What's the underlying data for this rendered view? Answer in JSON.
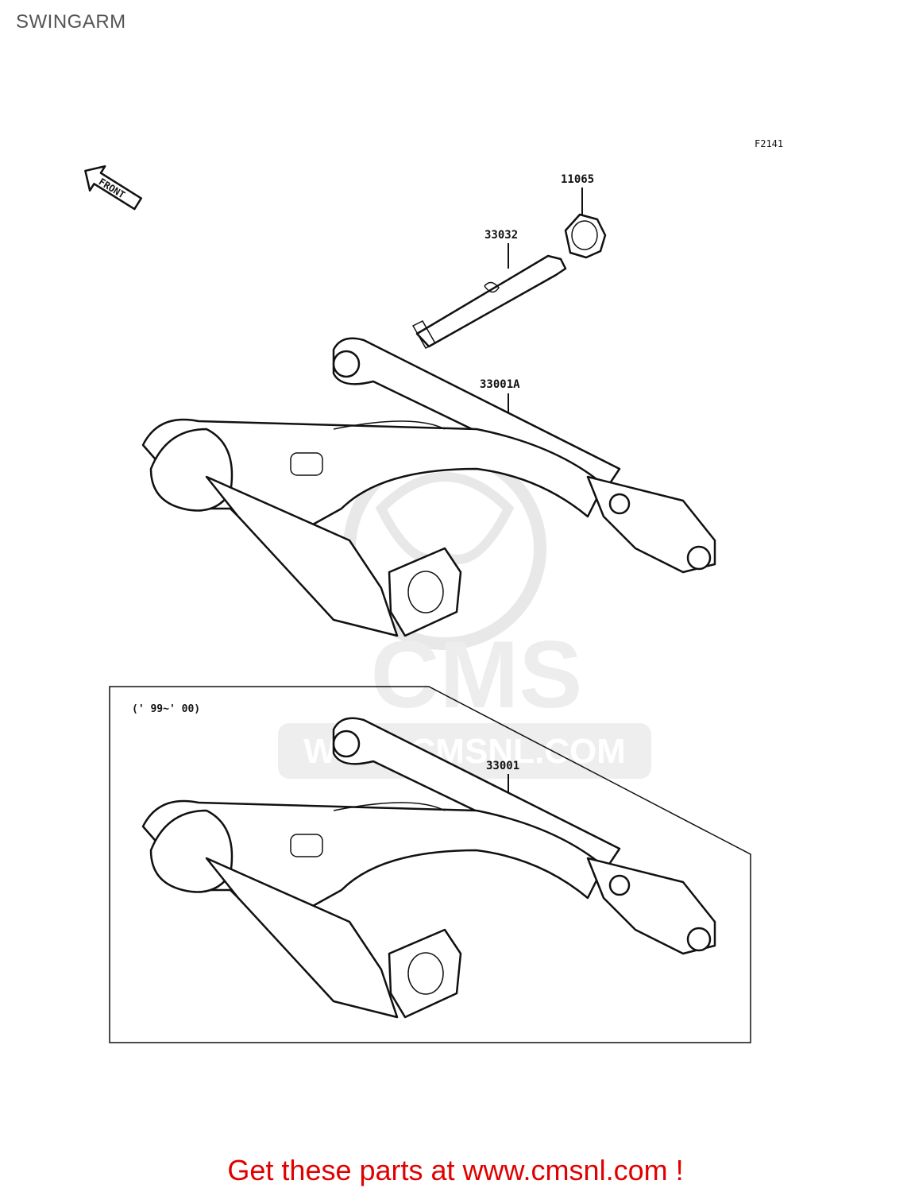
{
  "title": "SWINGARM",
  "figure_code": "F2141",
  "front_mark": "FRONT",
  "year_range": "(' 99~' 00)",
  "parts": [
    {
      "number": "11065"
    },
    {
      "number": "33032"
    },
    {
      "number": "33001A"
    },
    {
      "number": "33001"
    }
  ],
  "watermark": {
    "logo": "CMS",
    "url": "WWW.CMSNL.COM"
  },
  "cta": "Get these parts at www.cmsnl.com !",
  "colors": {
    "cta": "#e00000",
    "line": "#111111",
    "watermark": "#e6e6e6"
  }
}
